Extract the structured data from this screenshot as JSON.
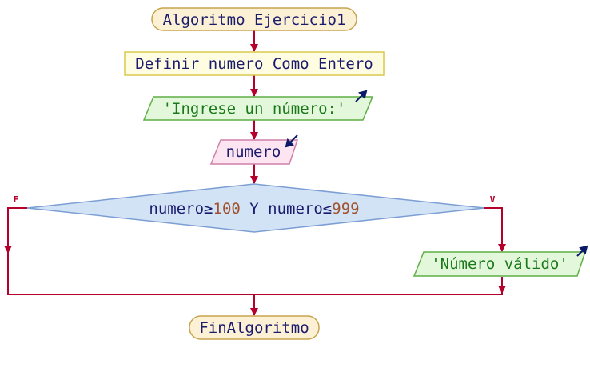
{
  "flowchart": {
    "start": "Algoritmo Ejercicio1",
    "define": "Definir numero Como Entero",
    "output_prompt": "'Ingrese un número:'",
    "input_var": "numero",
    "condition": {
      "left_var": "numero",
      "op1": "≥",
      "num1": "100",
      "conj": " Y ",
      "right_var": "numero",
      "op2": "≤",
      "num2": "999"
    },
    "false_label": "F",
    "true_label": "V",
    "output_valid": "'Número válido'",
    "end": "FinAlgoritmo"
  },
  "colors": {
    "line": "#b3002d",
    "terminal_fill": "#fcf1d4",
    "terminal_stroke": "#c7a34f",
    "process_fill": "#fefde2",
    "process_stroke": "#d9c94c",
    "output_fill": "#e3f7da",
    "output_stroke": "#5fae45",
    "output_text": "#1a7a1a",
    "input_fill": "#fce4f0",
    "input_stroke": "#cf7fa8",
    "decision_fill": "#d3e3f6",
    "decision_stroke": "#7b9ed3",
    "text_main": "#1b1b6e",
    "text_number": "#a0522d",
    "io_arrow": "#0a1a66"
  }
}
